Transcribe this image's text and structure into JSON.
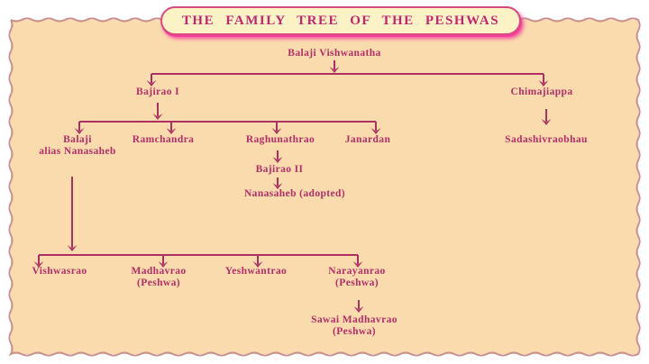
{
  "title": "THE FAMILY TREE OF THE PESHWAS",
  "nodes": {
    "balaji_vishwanatha": "Balaji Vishwanatha",
    "bajirao_i": "Bajirao I",
    "chimajiappa": "Chimajiappa",
    "balaji_nanasaheb": "Balaji\nalias Nanasaheb",
    "ramchandra": "Ramchandra",
    "raghunathrao": "Raghunathrao",
    "janardan": "Janardan",
    "sadashivraobhau": "Sadashivraobhau",
    "bajirao_ii": "Bajirao II",
    "nanasaheb_adopted": "Nanasaheb (adopted)",
    "vishwasrao": "Vishwasrao",
    "madhavrao": "Madhavrao\n(Peshwa)",
    "yeshwantrao": "Yeshwantrao",
    "narayanrao": "Narayanrao\n(Peshwa)",
    "sawai_madhavrao": "Sawai Madhavrao\n(Peshwa)"
  },
  "relations": [
    {
      "parent": "Balaji Vishwanatha",
      "children": [
        "Bajirao I",
        "Chimajiappa"
      ]
    },
    {
      "parent": "Bajirao I",
      "children": [
        "Balaji alias Nanasaheb",
        "Ramchandra",
        "Raghunathrao",
        "Janardan"
      ]
    },
    {
      "parent": "Chimajiappa",
      "children": [
        "Sadashivraobhau"
      ]
    },
    {
      "parent": "Raghunathrao",
      "children": [
        "Bajirao II"
      ]
    },
    {
      "parent": "Bajirao II",
      "children": [
        "Nanasaheb (adopted)"
      ]
    },
    {
      "parent": "Balaji alias Nanasaheb",
      "children": [
        "Vishwasrao",
        "Madhavrao (Peshwa)",
        "Yeshwantrao",
        "Narayanrao (Peshwa)"
      ]
    },
    {
      "parent": "Narayanrao (Peshwa)",
      "children": [
        "Sawai Madhavrao (Peshwa)"
      ]
    }
  ],
  "colors": {
    "page_background": "#FFFFFF",
    "panel_background": "#F9DBAE",
    "wavy_border": "#C99090",
    "node_text": "#B42E67",
    "connector": "#AC3160",
    "title_text": "#C3256E",
    "title_background": "#FBF2C6",
    "title_border": "#D94A82",
    "title_glow": "#F553A0"
  }
}
